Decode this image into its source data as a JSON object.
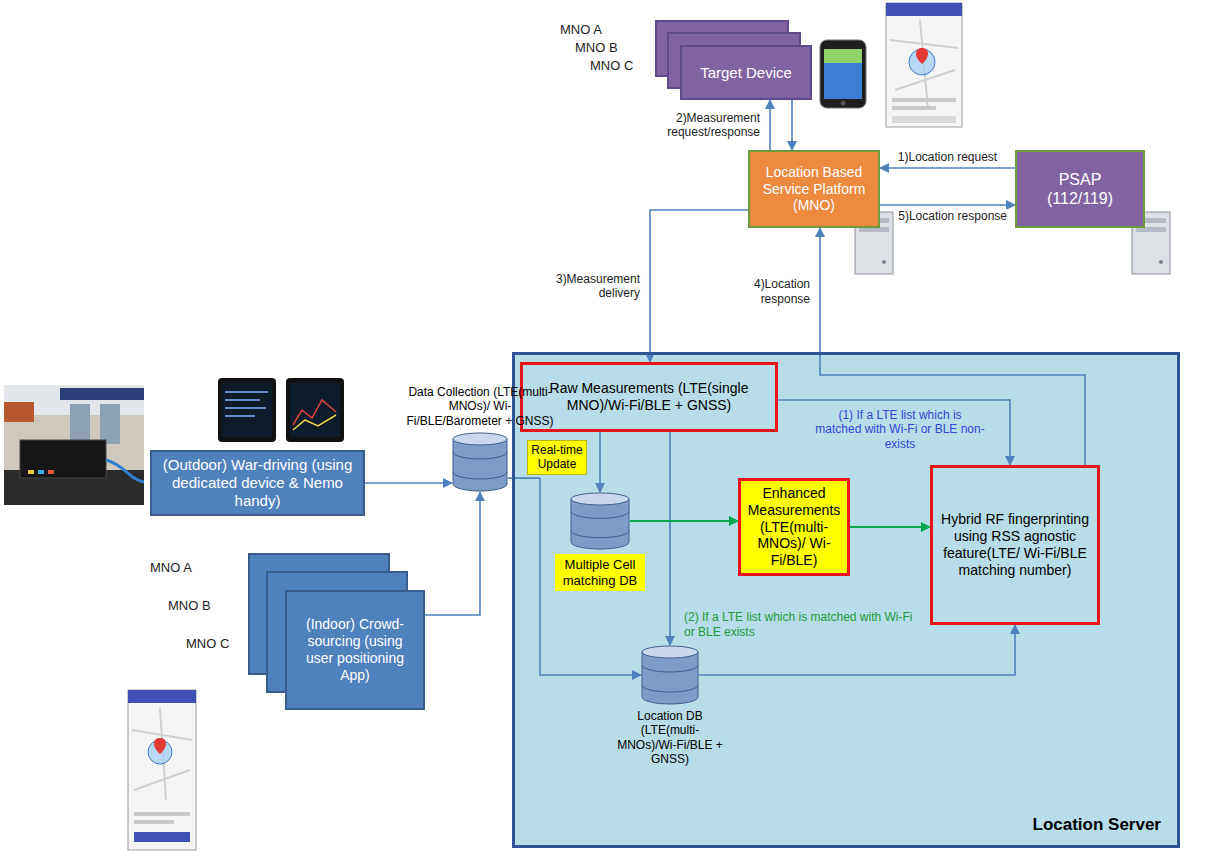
{
  "diagram": {
    "nodes": [
      {
        "text": [
          "Target Device"
        ]
      },
      {
        "text": [
          "Location Based Service Platform (MNO)"
        ]
      },
      {
        "text": [
          "PSAP (112/119)"
        ]
      },
      {
        "text": [
          "Location Server"
        ]
      },
      {
        "text": [
          "Raw Measurements (LTE(single MNO)/Wi-Fi/BLE + GNSS)"
        ],
        "in": 3
      },
      {
        "text": [
          "Real-time Update"
        ],
        "in": 3
      },
      {
        "text": [
          "Multiple Cell matching DB"
        ],
        "in": 3
      },
      {
        "text": [
          "Enhanced Measurements (LTE(multi- MNOs)/ Wi-Fi/BLE)"
        ],
        "in": 3
      },
      {
        "text": [
          "Hybrid RF fingerprinting using RSS agnostic feature(LTE/ Wi-Fi/BLE matching number)"
        ],
        "in": 3
      },
      {
        "text": [
          "Location DB (LTE(multi- MNOs)/Wi-Fi/BLE + GNSS)"
        ],
        "in": 3
      },
      {
        "text": [
          "Data Collection (LTE(multi-MNOs)/ Wi-Fi/BLE/Barometer + GNSS)"
        ]
      },
      {
        "text": [
          "(Outdoor) War-driving (using dedicated device & Nemo handy)"
        ]
      },
      {
        "text": [
          "(Indoor) Crowd- sourcing (using user positioning App)"
        ]
      }
    ],
    "edges": [
      {
        "from": 2,
        "to": 1,
        "arrow": "to",
        "label": "1)Location request"
      },
      {
        "from": 1,
        "to": 2,
        "arrow": "to",
        "label": "5)Location response"
      },
      {
        "from": 1,
        "to": 0,
        "arrow": "to",
        "label": "2)Measurement request/response"
      },
      {
        "from": 0,
        "to": 1,
        "arrow": "to"
      },
      {
        "from": 1,
        "to": 4,
        "arrow": "to",
        "label": "3)Measurement delivery"
      },
      {
        "from": 8,
        "to": 1,
        "arrow": "to",
        "label": "4)Location response"
      },
      {
        "from": 4,
        "to": 8,
        "arrow": "to",
        "label": "(1) If a LTE list which is matched with Wi-Fi or BLE non-exists"
      },
      {
        "from": 4,
        "to": 6,
        "arrow": "to"
      },
      {
        "from": 4,
        "to": 9,
        "arrow": "to",
        "label": "(2) If a LTE list which is matched with Wi-Fi or BLE exists"
      },
      {
        "from": 6,
        "to": 7,
        "arrow": "to"
      },
      {
        "from": 7,
        "to": 8,
        "arrow": "to"
      },
      {
        "from": 9,
        "to": 8,
        "arrow": "to"
      },
      {
        "from": 11,
        "to": 10,
        "arrow": "to"
      },
      {
        "from": 12,
        "to": 10,
        "arrow": "to"
      },
      {
        "from": 10,
        "to": 9,
        "arrow": "to"
      }
    ],
    "labels": [
      "MNO A",
      "MNO B",
      "MNO C",
      "MNO A",
      "MNO B",
      "MNO C"
    ]
  }
}
